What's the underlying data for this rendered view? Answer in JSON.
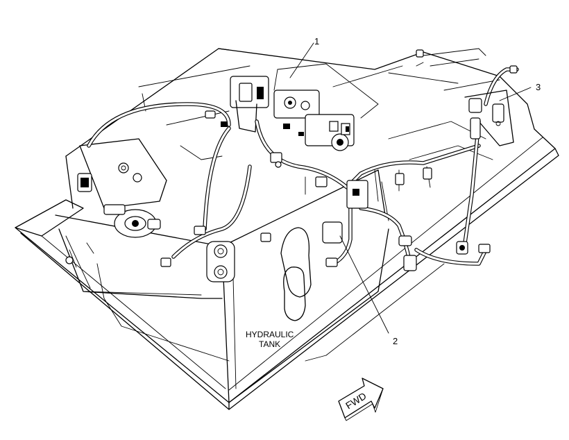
{
  "callouts": [
    {
      "id": "1",
      "label": "1"
    },
    {
      "id": "2",
      "label": "2"
    },
    {
      "id": "3",
      "label": "3"
    }
  ],
  "tank_label": {
    "line1": "HYDRAULIC",
    "line2": "TANK"
  },
  "direction_arrow": {
    "label": "FWD"
  }
}
